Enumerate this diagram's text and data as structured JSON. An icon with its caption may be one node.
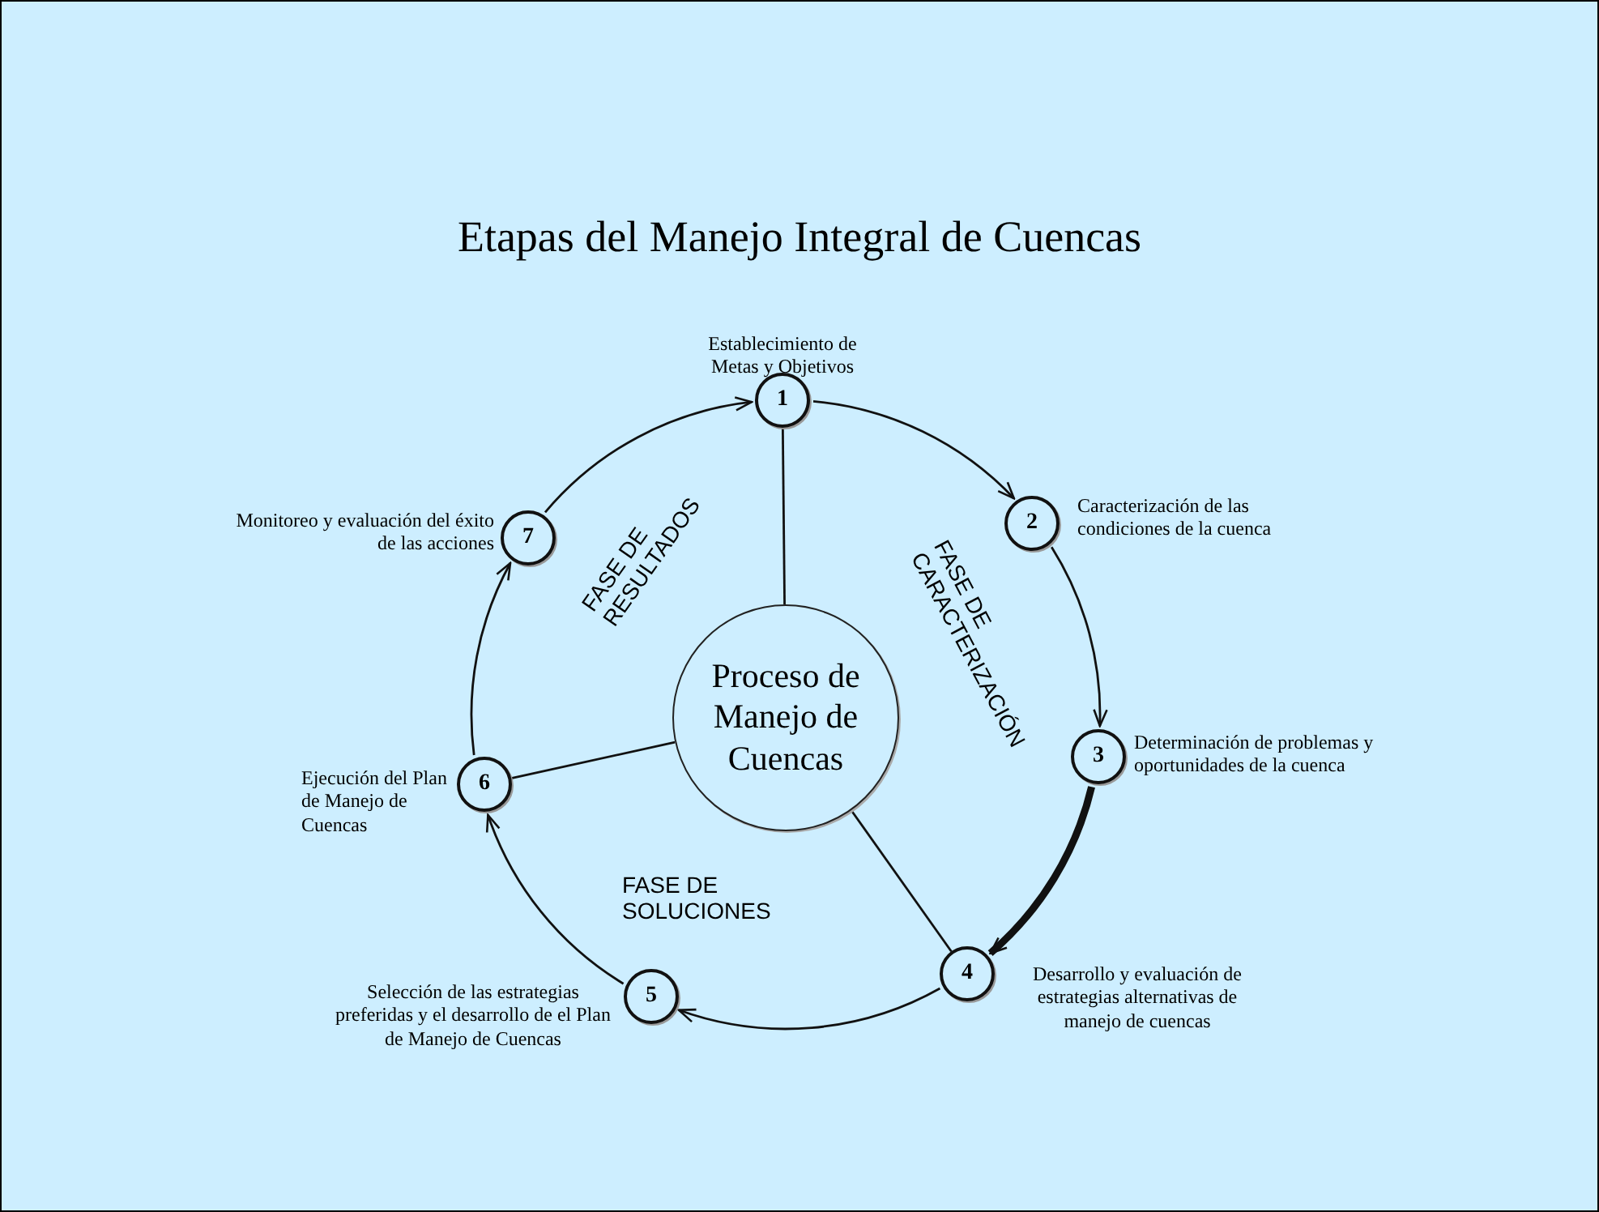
{
  "diagram": {
    "title": "Etapas del Manejo Integral de Cuencas",
    "nodes": [
      {
        "text": [
          "1"
        ],
        "beside": [
          "Establecimiento de Metas y Objetivos"
        ]
      },
      {
        "text": [
          "2"
        ],
        "beside": [
          "Caracterización de las condiciones de la cuenca"
        ]
      },
      {
        "text": [
          "3"
        ],
        "beside": [
          "Determinación de problemas y oportunidades de la cuenca"
        ]
      },
      {
        "text": [
          "4"
        ],
        "beside": [
          "Desarrollo y evaluación de estrategias alternativas de manejo de cuencas"
        ]
      },
      {
        "text": [
          "5"
        ],
        "beside": [
          "Selección de las estrategias preferidas y el desarrollo de el Plan de Manejo de Cuencas"
        ]
      },
      {
        "text": [
          "6"
        ],
        "beside": [
          "Ejecución del Plan de Manejo de Cuencas"
        ]
      },
      {
        "text": [
          "7"
        ],
        "beside": [
          "Monitoreo y evaluación del éxito de las acciones"
        ]
      },
      {
        "text": [
          "Proceso de Manejo de Cuencas"
        ]
      }
    ],
    "edges": [
      {
        "from": 0,
        "to": 1,
        "arrow": "to"
      },
      {
        "from": 1,
        "to": 2,
        "arrow": "to"
      },
      {
        "from": 2,
        "to": 3,
        "arrow": "to",
        "style": "thick"
      },
      {
        "from": 3,
        "to": 4,
        "arrow": "to"
      },
      {
        "from": 4,
        "to": 5,
        "arrow": "to"
      },
      {
        "from": 5,
        "to": 6,
        "arrow": "to"
      },
      {
        "from": 6,
        "to": 0,
        "arrow": "to"
      },
      {
        "from": 7,
        "to": 0,
        "arrow": "none"
      },
      {
        "from": 7,
        "to": 5,
        "arrow": "none"
      },
      {
        "from": 7,
        "to": 3,
        "arrow": "none"
      }
    ],
    "labels": [
      "FASE DE RESULTADOS",
      "FASE DE CARACTERIZACIÓN",
      "FASE DE SOLUCIONES"
    ]
  }
}
